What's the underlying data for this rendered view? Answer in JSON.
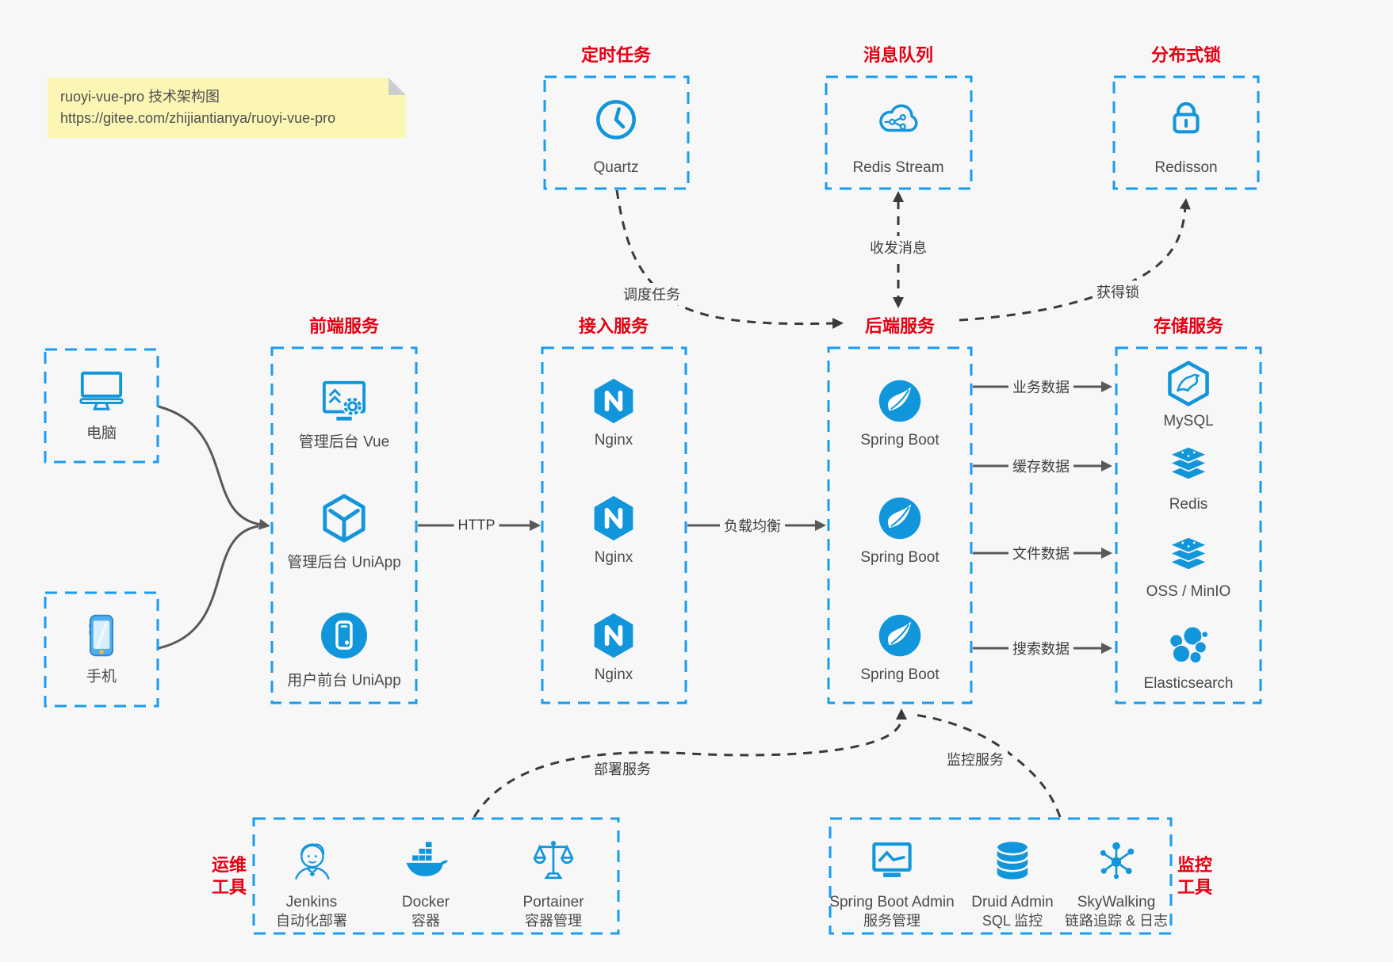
{
  "colors": {
    "blue": "#1296db",
    "border": "#189cf0",
    "red": "#e60012",
    "arrow": "#595959",
    "dash": "#3a3a3a",
    "bg": "#f7f7f8",
    "note-bg": "#fbf6b4"
  },
  "note": {
    "line1": "ruoyi-vue-pro 技术架构图",
    "line2": "https://gitee.com/zhijiantianya/ruoyi-vue-pro"
  },
  "top_services": [
    {
      "title": "定时任务",
      "label": "Quartz",
      "icon": "clock-icon"
    },
    {
      "title": "消息队列",
      "label": "Redis Stream",
      "icon": "message-cloud-icon"
    },
    {
      "title": "分布式锁",
      "label": "Redisson",
      "icon": "lock-icon"
    }
  ],
  "clients": [
    {
      "label": "电脑",
      "icon": "computer-icon"
    },
    {
      "label": "手机",
      "icon": "phone-icon"
    }
  ],
  "columns": [
    {
      "title": "前端服务",
      "items": [
        {
          "label": "管理后台 Vue"
        },
        {
          "label": "管理后台 UniApp"
        },
        {
          "label": "用户前台 UniApp"
        }
      ]
    },
    {
      "title": "接入服务",
      "items": [
        {
          "label": "Nginx"
        },
        {
          "label": "Nginx"
        },
        {
          "label": "Nginx"
        }
      ]
    },
    {
      "title": "后端服务",
      "items": [
        {
          "label": "Spring Boot"
        },
        {
          "label": "Spring Boot"
        },
        {
          "label": "Spring Boot"
        }
      ]
    },
    {
      "title": "存储服务",
      "items": [
        {
          "label": "MySQL"
        },
        {
          "label": "Redis"
        },
        {
          "label": "OSS / MinIO"
        },
        {
          "label": "Elasticsearch"
        }
      ]
    }
  ],
  "edges": {
    "http": "HTTP",
    "load_balance": "负载均衡",
    "business_data": "业务数据",
    "cache_data": "缓存数据",
    "file_data": "文件数据",
    "search_data": "搜索数据",
    "schedule": "调度任务",
    "message": "收发消息",
    "lock": "获得锁",
    "deploy": "部署服务",
    "monitor": "监控服务"
  },
  "ops_tools": {
    "title_line1": "运维",
    "title_line2": "工具",
    "items": [
      {
        "name": "Jenkins",
        "desc": "自动化部署"
      },
      {
        "name": "Docker",
        "desc": "容器"
      },
      {
        "name": "Portainer",
        "desc": "容器管理"
      }
    ]
  },
  "monitor_tools": {
    "title_line1": "监控",
    "title_line2": "工具",
    "items": [
      {
        "name": "Spring Boot Admin",
        "desc": "服务管理"
      },
      {
        "name": "Druid Admin",
        "desc": "SQL 监控"
      },
      {
        "name": "SkyWalking",
        "desc": "链路追踪 & 日志"
      }
    ]
  }
}
